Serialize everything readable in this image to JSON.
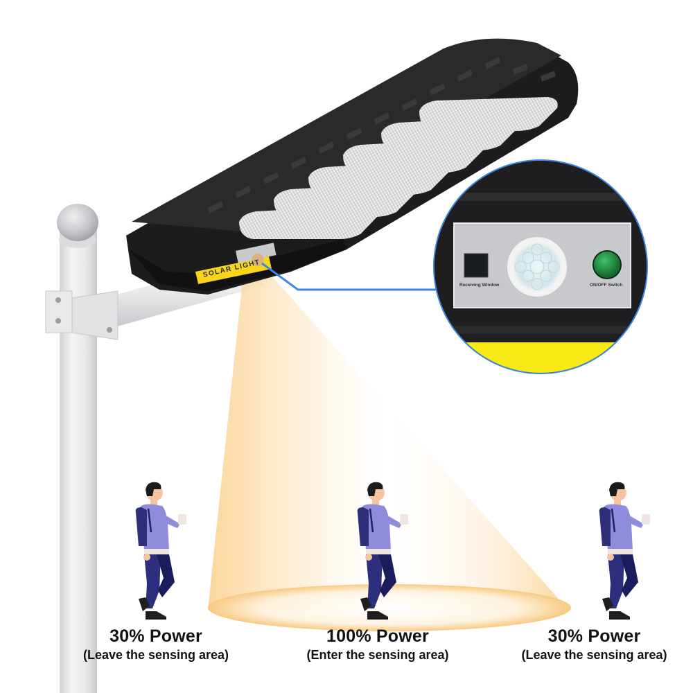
{
  "product": {
    "label": "SOLAR LIGHT",
    "colors": {
      "housing": "#1c1c1e",
      "pole": "#e6e6e8",
      "cone": "#fcd9a2",
      "callout": "#3a86e0",
      "label_yellow": "#f6d51a"
    }
  },
  "inset": {
    "receiving_window_label": "Receiving Window",
    "switch_label": "ON/OFF Switch",
    "sensor_icon": "pir-sensor-icon",
    "switch_color": "#1f8a3a"
  },
  "captions": [
    {
      "title": "30% Power",
      "subtitle": "(Leave the sensing area)"
    },
    {
      "title": "100% Power",
      "subtitle": "(Enter the sensing area)"
    },
    {
      "title": "30% Power",
      "subtitle": "(Leave the sensing area)"
    }
  ],
  "figures": [
    {
      "position": "left",
      "in_sensing_area": false
    },
    {
      "position": "center",
      "in_sensing_area": true
    },
    {
      "position": "right",
      "in_sensing_area": false
    }
  ]
}
